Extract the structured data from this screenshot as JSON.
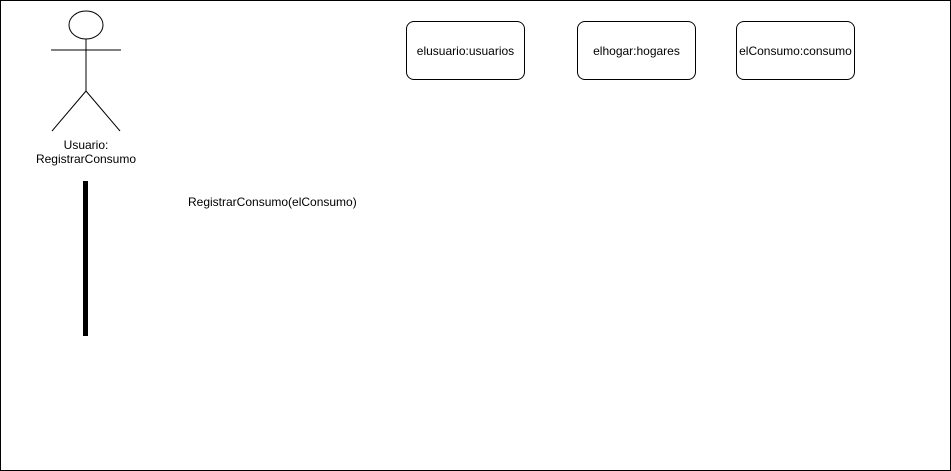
{
  "actor": {
    "label_line1": "Usuario:",
    "label_line2": "RegistrarConsumo"
  },
  "message": {
    "label": "RegistrarConsumo(elConsumo)"
  },
  "objects": [
    {
      "label": "elusuario:usuarios"
    },
    {
      "label": "elhogar:hogares"
    },
    {
      "label": "elConsumo:consumo"
    }
  ]
}
